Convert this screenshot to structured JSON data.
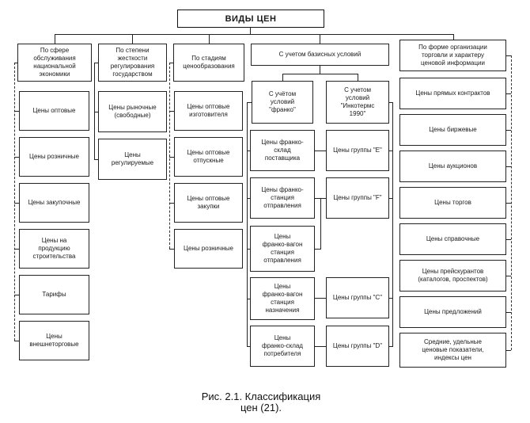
{
  "diagram": {
    "title": "ВИДЫ ЦЕН",
    "categories": [
      "По сфере\nобслуживания\nнациональной\nэкономики",
      "По степени\nжесткости\nрегулирования\nгосударством",
      "По стадиям\nценообразования",
      "С учетом базисных условий",
      "По форме организации\nторговли и характеру\nценовой информации"
    ],
    "col1": [
      "Цены оптовые",
      "Цены розничные",
      "Цены закупочные",
      "Цены на\nпродукцию\nстроительства",
      "Тарифы",
      "Цены\nвнешнеторговые"
    ],
    "col2": [
      "Цены рыночные\n(свободные)",
      "Цены\nрегулируемые"
    ],
    "col3": [
      "Цены оптовые\nизготовителя",
      "Цены оптовые\nотпускные",
      "Цены оптовые\nзакупки",
      "Цены розничные"
    ],
    "col4_sub": [
      "С учётом\nусловий\n\"франко\"",
      "С учетом\nусловий\n\"Инкотермс\n1990\""
    ],
    "col4_franco": [
      "Цены франко-\nсклад\nпоставщика",
      "Цены франко-\nстанция\nотправления",
      "Цены\nфранко-вагон\nстанция\nотправления",
      "Цены\nфранко-вагон\nстанция\nназначения",
      "Цены\nфранко-склад\nпотребителя"
    ],
    "col4_inco": [
      "Цены группы \"Е\"",
      "Цены группы \"F\"",
      "Цены группы \"С\"",
      "Цены группы \"D\""
    ],
    "col5": [
      "Цены прямых контрактов",
      "Цены биржевые",
      "Цены аукционов",
      "Цены торгов",
      "Цены справочные",
      "Цены прейскурантов\n(каталогов, проспектов)",
      "Цены предложений",
      "Средние, удельные\nценовые показатели,\nиндексы цен"
    ]
  },
  "caption": "Рис. 2.1. Классификация\nцен (21)."
}
